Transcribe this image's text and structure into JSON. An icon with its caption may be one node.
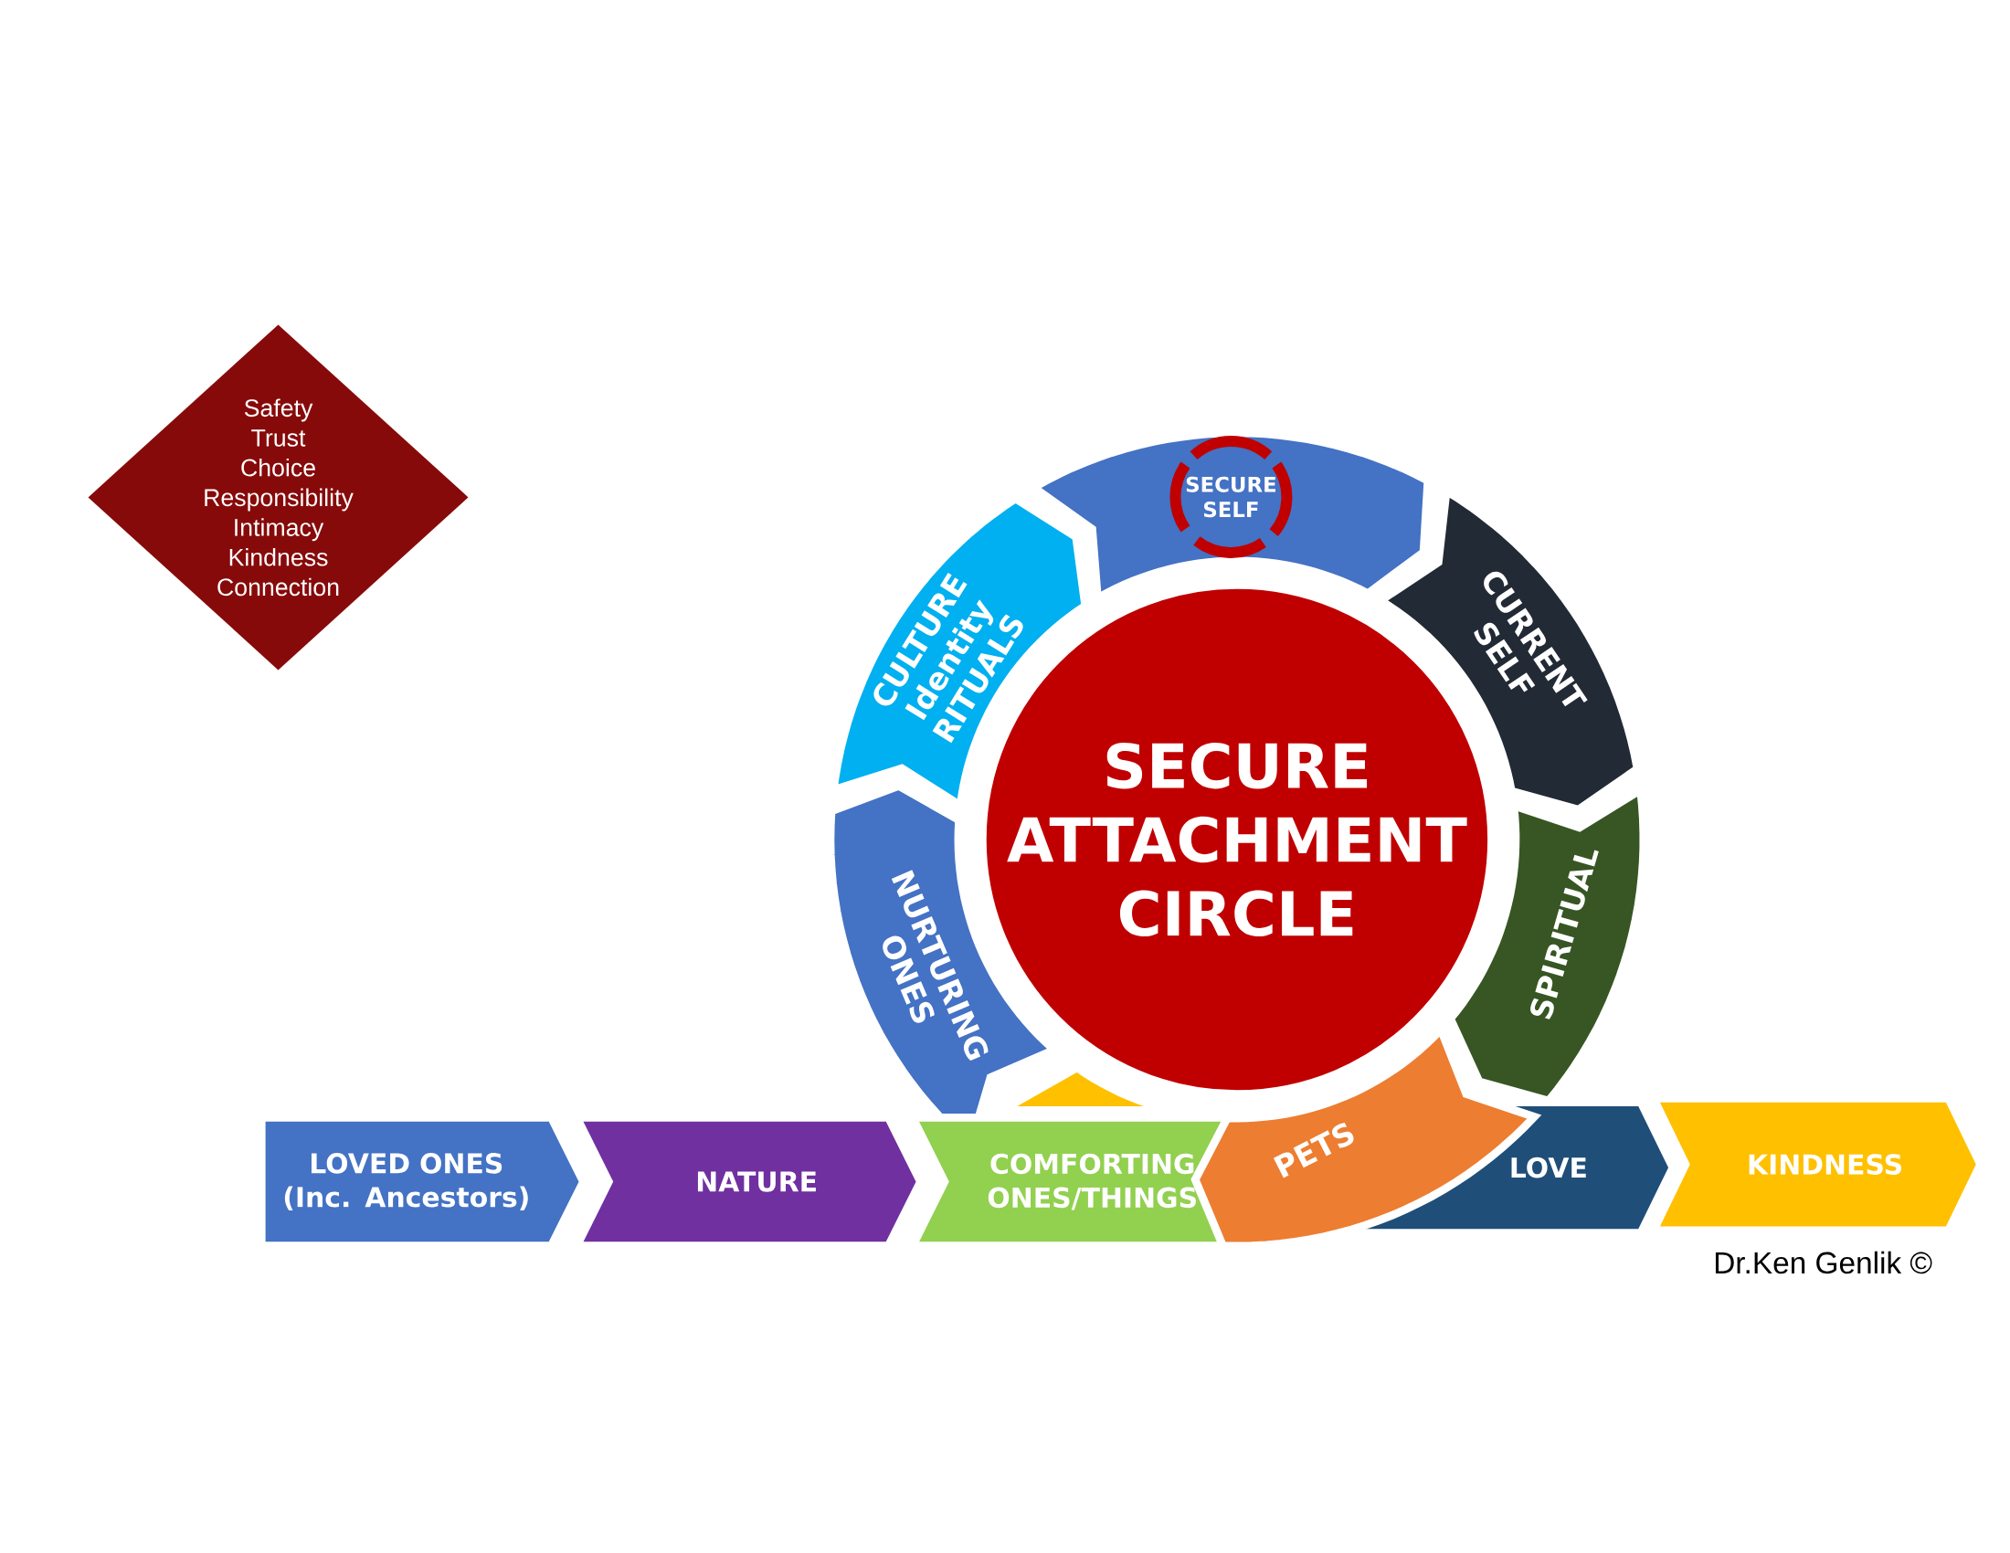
{
  "diagram": {
    "nodes": [
      {
        "text": [
          "Safety",
          "Trust",
          "Choice",
          "Responsibility",
          "Intimacy",
          "Kindness",
          "Connection"
        ]
      },
      {
        "text": [
          "SECURE ATTACHMENT CIRCLE"
        ]
      },
      {
        "text": [],
        "shape": "arc"
      },
      {
        "text": [
          "SECURE SELF"
        ],
        "in": 2
      },
      {
        "text": [
          "CURRENT SELF"
        ]
      },
      {
        "text": [
          "SPIRITUAL"
        ]
      },
      {
        "text": [
          "PETS"
        ]
      },
      {
        "text": [],
        "shape": "arc"
      },
      {
        "text": [
          "NURTURING ONES"
        ]
      },
      {
        "text": [
          "CULTURE",
          "Identity",
          "RITUALS"
        ]
      },
      {
        "text": [
          "LOVED ONES (Inc. Ancestors)"
        ]
      },
      {
        "text": [
          "NATURE"
        ]
      },
      {
        "text": [
          "COMFORTING ONES/THINGS"
        ]
      },
      {
        "text": [
          "LOVE"
        ]
      },
      {
        "text": [
          "KINDNESS"
        ]
      }
    ],
    "labels": [
      "Dr.Ken Genlik ©"
    ]
  }
}
